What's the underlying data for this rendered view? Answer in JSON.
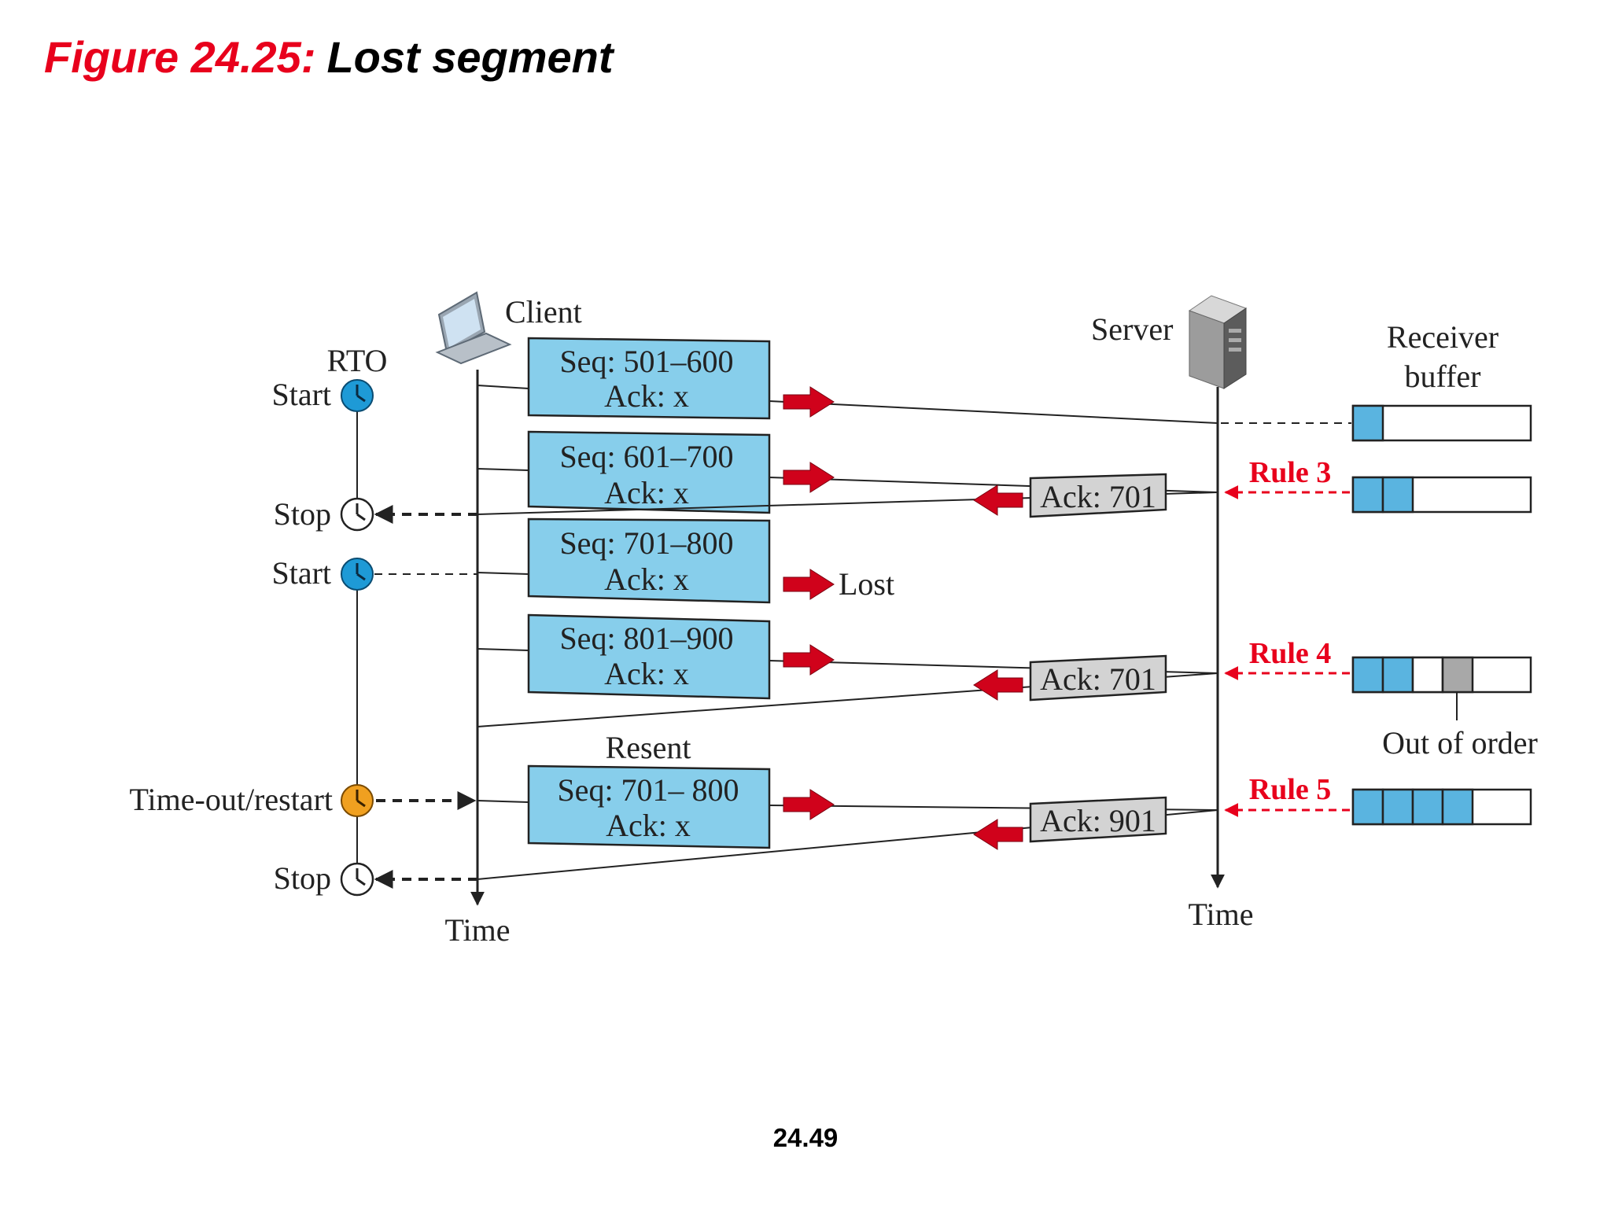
{
  "header": {
    "figure_number": "Figure 24.25:",
    "title": "Lost segment"
  },
  "footer": {
    "page_number": "24.49"
  },
  "diagram": {
    "client_label": "Client",
    "server_label": "Server",
    "rto_label": "RTO",
    "receiver_buffer_label_line1": "Receiver",
    "receiver_buffer_label_line2": "buffer",
    "client_time_label": "Time",
    "server_time_label": "Time",
    "lost_label": "Lost",
    "resent_label": "Resent",
    "out_of_order_label": "Out of order",
    "timers": {
      "start1": "Start",
      "stop1": "Stop",
      "start2": "Start",
      "timeout": "Time-out/restart",
      "stop2": "Stop"
    },
    "segments": [
      {
        "seq": "Seq: 501–600",
        "ack": "Ack: x"
      },
      {
        "seq": "Seq: 601–700",
        "ack": "Ack: x"
      },
      {
        "seq": "Seq: 701–800",
        "ack": "Ack: x"
      },
      {
        "seq": "Seq: 801–900",
        "ack": "Ack: x"
      },
      {
        "seq": "Seq: 701– 800",
        "ack": "Ack: x"
      }
    ],
    "acks": [
      "Ack: 701",
      "Ack: 701",
      "Ack: 901"
    ],
    "rules": [
      "Rule 3",
      "Rule 4",
      "Rule 5"
    ],
    "colors": {
      "segment_fill": "#87ceeb",
      "ack_fill": "#d3d3d3",
      "arrow_red": "#d0021b",
      "rule_red": "#e8001c",
      "timer_blue": "#1e9ad6",
      "timer_orange": "#f0a020",
      "buffer_blue": "#5ab4e0",
      "buffer_gray": "#a8a8a8"
    },
    "icons": [
      "laptop-icon",
      "server-tower-icon",
      "clock-icon",
      "red-arrow-icon"
    ]
  }
}
